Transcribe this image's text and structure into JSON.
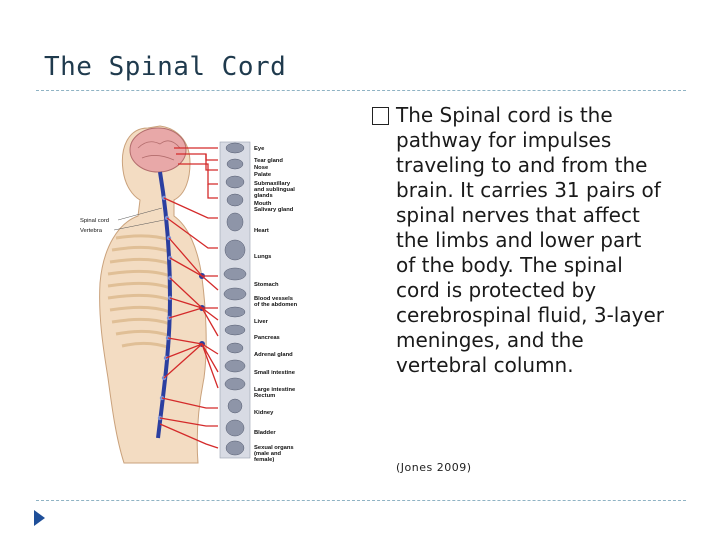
{
  "slide": {
    "title": "The Spinal Cord",
    "body_lead": "The Spinal cord is the",
    "body_lines": [
      "pathway for impulses",
      "traveling to and from the",
      "brain.  It carries 31 pairs of",
      "spinal nerves that affect",
      "the limbs and lower part",
      "of the body.  The spinal",
      "cord is protected by",
      "cerebrospinal fluid, 3-layer",
      "meninges, and the",
      "vertebral column."
    ],
    "citation": "(Jones 2009)"
  },
  "figure": {
    "left_labels": {
      "spinal_cord": "Spinal cord",
      "vertebra": "Vertebra"
    },
    "organ_labels": {
      "eye": "Eye",
      "tear_gland": "Tear gland",
      "nose": "Nose",
      "palate": "Palate",
      "submaxillary_1": "Submaxillary",
      "submaxillary_2": "and sublingual",
      "submaxillary_3": "glands",
      "mouth": "Mouth",
      "salivary": "Salivary gland",
      "heart": "Heart",
      "lungs": "Lungs",
      "stomach": "Stomach",
      "blood_1": "Blood vessels",
      "blood_2": "of the abdomen",
      "liver": "Liver",
      "pancreas": "Pancreas",
      "adrenal": "Adrenal gland",
      "small_intestine": "Small intestine",
      "large_intestine": "Large intestine",
      "rectum": "Rectum",
      "kidney": "Kidney",
      "bladder": "Bladder",
      "sexual_1": "Sexual organs",
      "sexual_2": "(male and",
      "sexual_3": "female)"
    },
    "colors": {
      "nerve": "#d42a2a",
      "spine": "#2b3fa0",
      "body_skin": "#f3dcc2",
      "ribs": "#e8c9a2",
      "brain": "#e8a8a8"
    }
  }
}
